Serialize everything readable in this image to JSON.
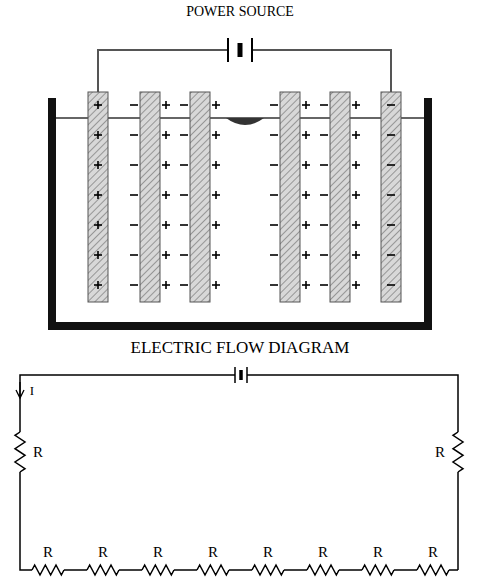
{
  "diagram": {
    "labels": [
      "POWER SOURCE",
      "ELECTRIC FLOW DIAGRAM",
      "I",
      "R",
      "R",
      "R",
      "R",
      "R",
      "R",
      "R",
      "R",
      "R",
      "R"
    ]
  }
}
